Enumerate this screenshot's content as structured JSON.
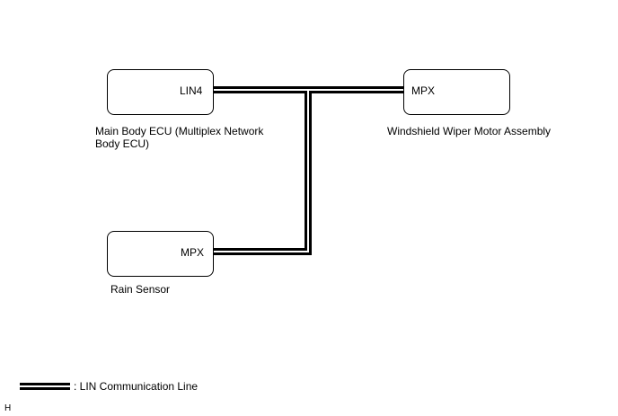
{
  "components": {
    "main_ecu": {
      "port": "LIN4",
      "name": "Main Body ECU (Multiplex Network Body ECU)"
    },
    "wiper_motor": {
      "port": "MPX",
      "name": "Windshield Wiper Motor Assembly"
    },
    "rain_sensor": {
      "port": "MPX",
      "name": "Rain Sensor"
    }
  },
  "legend": {
    "text": ": LIN Communication Line"
  },
  "figure_code": "H"
}
